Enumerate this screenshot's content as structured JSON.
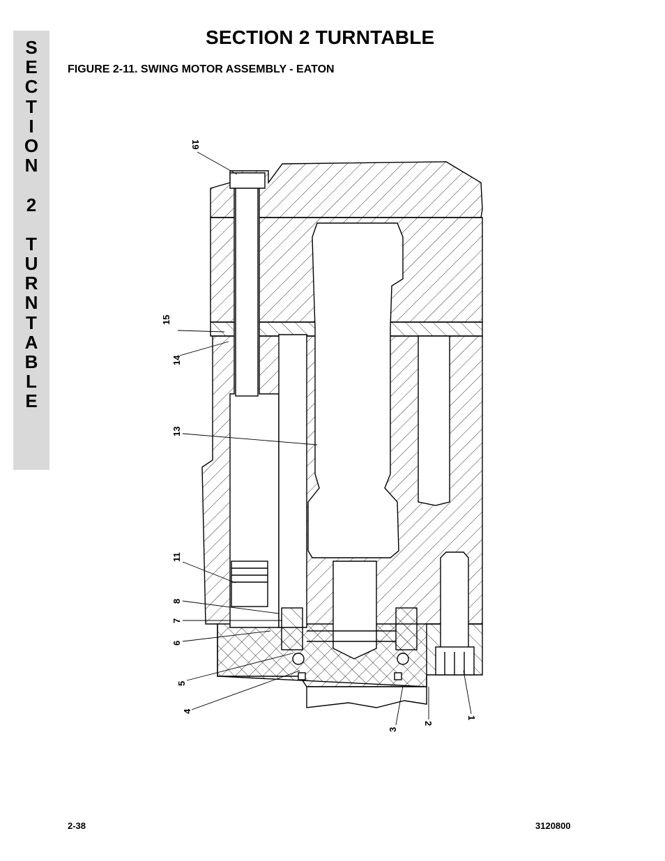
{
  "header": {
    "title": "SECTION 2  TURNTABLE",
    "figure_title": "FIGURE 2-11.  SWING MOTOR ASSEMBLY - EATON"
  },
  "side_tab": {
    "letters": [
      "S",
      "E",
      "C",
      "T",
      "I",
      "O",
      "N",
      "",
      "2",
      "",
      "T",
      "U",
      "R",
      "N",
      "T",
      "A",
      "B",
      "L",
      "E"
    ]
  },
  "figure": {
    "callouts": [
      "19",
      "15",
      "14",
      "13",
      "11",
      "8",
      "7",
      "6",
      "5",
      "4",
      "3",
      "2",
      "1"
    ]
  },
  "footer": {
    "page_number": "2-38",
    "doc_number": "3120800"
  }
}
